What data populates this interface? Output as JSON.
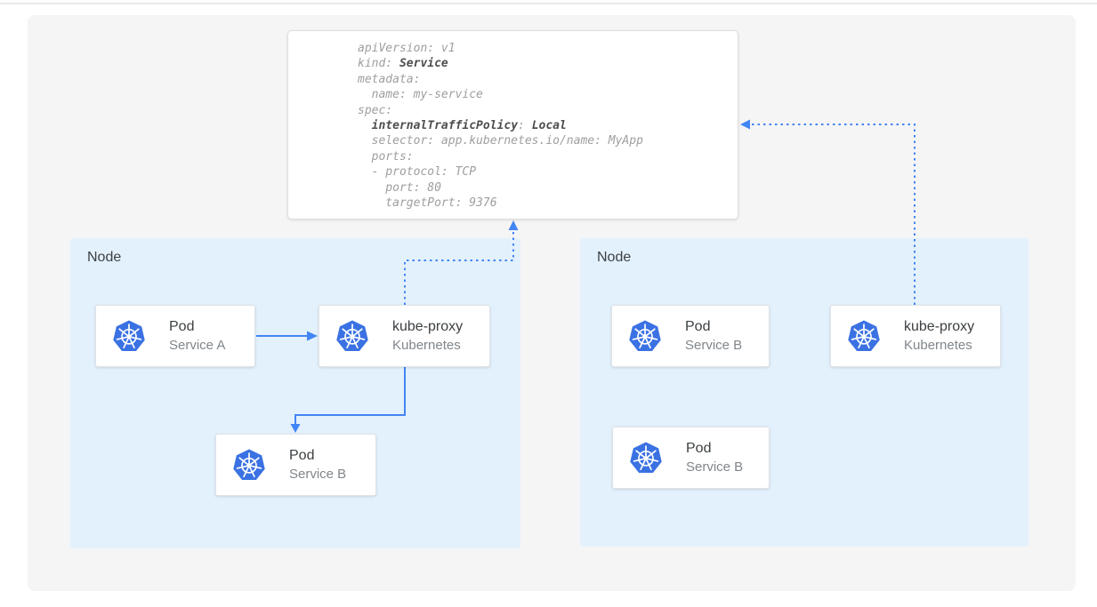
{
  "colors": {
    "arrow_blue": "#4285f4",
    "kubernetes_logo_blue": "#3b72e3",
    "node_background": "#e3f1fd",
    "canvas_background": "#f5f5f6",
    "card_title_text": "#3c4043",
    "card_subtitle_text": "#80868b",
    "code_text": "#9e9e9e",
    "code_bold_text": "#4e4e4e"
  },
  "yaml_card": {
    "lines": [
      [
        {
          "t": "apiVersion: v1"
        }
      ],
      [
        {
          "t": "kind: "
        },
        {
          "t": "Service",
          "b": true
        }
      ],
      [
        {
          "t": "metadata:"
        }
      ],
      [
        {
          "t": "  name: my-service"
        }
      ],
      [
        {
          "t": "spec:"
        }
      ],
      [
        {
          "t": "  "
        },
        {
          "t": "internalTrafficPolicy",
          "b": true
        },
        {
          "t": ": "
        },
        {
          "t": "Local",
          "b": true
        }
      ],
      [
        {
          "t": "  selector: app.kubernetes.io/name: MyApp"
        }
      ],
      [
        {
          "t": "  ports:"
        }
      ],
      [
        {
          "t": "  - protocol: TCP"
        }
      ],
      [
        {
          "t": "    port: 80"
        }
      ],
      [
        {
          "t": "    targetPort: 9376"
        }
      ]
    ]
  },
  "nodes": [
    {
      "label": "Node",
      "cards": [
        {
          "title": "Pod",
          "subtitle": "Service A",
          "icon": "kubernetes-icon"
        },
        {
          "title": "kube-proxy",
          "subtitle": "Kubernetes",
          "icon": "kubernetes-icon"
        },
        {
          "title": "Pod",
          "subtitle": "Service B",
          "icon": "kubernetes-icon"
        }
      ]
    },
    {
      "label": "Node",
      "cards": [
        {
          "title": "Pod",
          "subtitle": "Service B",
          "icon": "kubernetes-icon"
        },
        {
          "title": "kube-proxy",
          "subtitle": "Kubernetes",
          "icon": "kubernetes-icon"
        },
        {
          "title": "Pod",
          "subtitle": "Service B",
          "icon": "kubernetes-icon"
        }
      ]
    }
  ]
}
